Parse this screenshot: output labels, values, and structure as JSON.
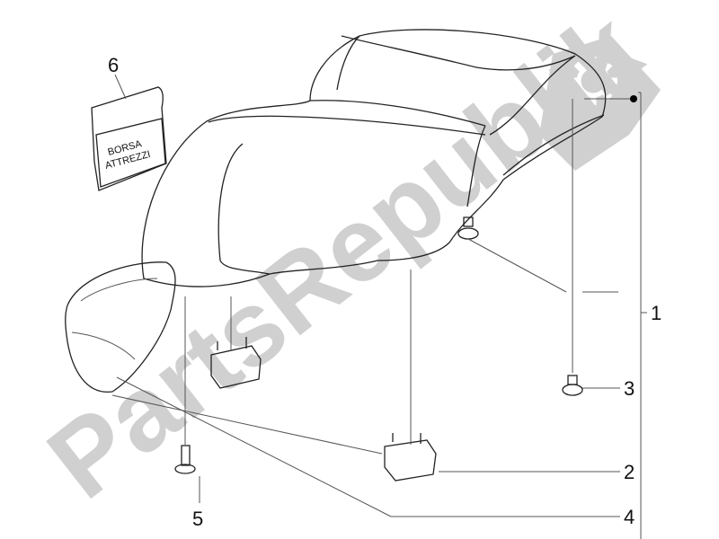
{
  "watermark": {
    "text": "PartsRepublik",
    "color": "#d0d0d0"
  },
  "bag_label": {
    "line1": "BORSA",
    "line2": "ATTREZZI"
  },
  "callouts": [
    {
      "id": "1",
      "label": "1"
    },
    {
      "id": "2",
      "label": "2"
    },
    {
      "id": "3",
      "label": "3"
    },
    {
      "id": "4",
      "label": "4"
    },
    {
      "id": "5",
      "label": "5"
    },
    {
      "id": "6",
      "label": "6"
    }
  ]
}
